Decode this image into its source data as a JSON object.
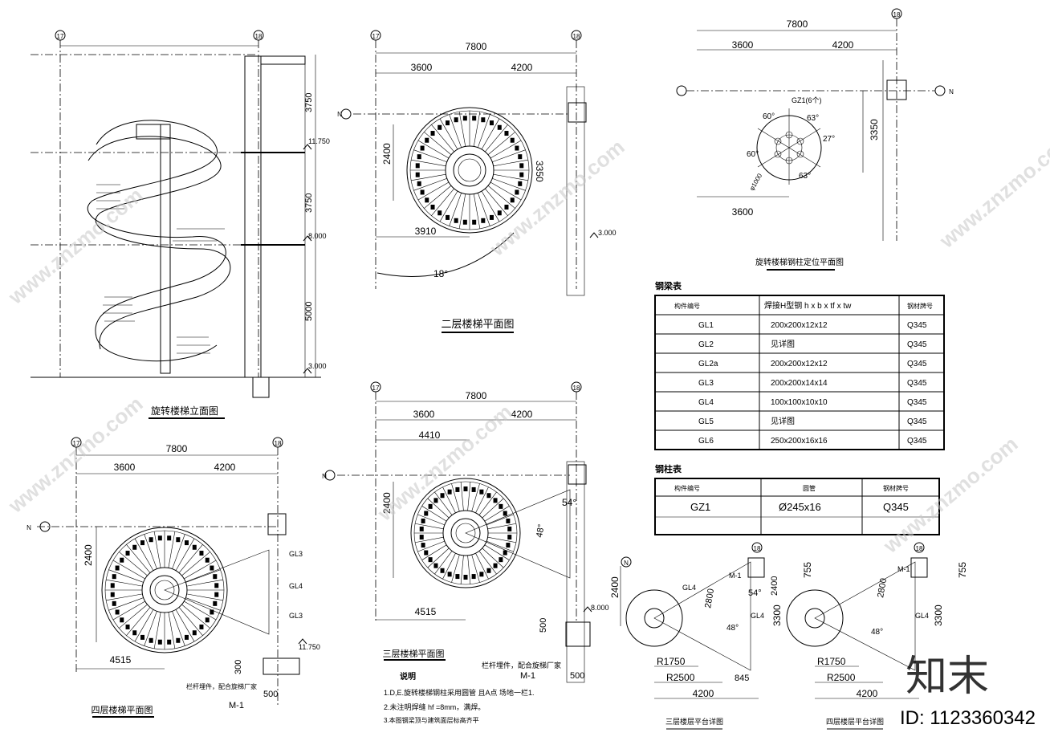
{
  "grid_axes": {
    "a17": "17",
    "a18": "18",
    "n": "N"
  },
  "dims": {
    "d7800": "7800",
    "d3600": "3600",
    "d4200": "4200",
    "d2400": "2400",
    "d3350": "3350",
    "d3910": "3910",
    "d4410": "4410",
    "d4515": "4515",
    "d3750a": "3750",
    "d3750b": "3750",
    "d5000": "5000",
    "d300": "300",
    "d500": "500",
    "d2800": "2800",
    "d3300": "3300",
    "d755": "755",
    "d845": "845",
    "r1750": "R1750",
    "r2500": "R2500",
    "d18deg": "18°",
    "d54deg": "54°",
    "d60deg": "60°",
    "d63deg": "63°",
    "d27deg": "27°",
    "d48deg": "48°"
  },
  "elevations": {
    "e11750": "11.750",
    "e8000": "8.000",
    "e3000": "3.000",
    "e3000b": "3.000",
    "e8000b": "8.000",
    "e11750b": "11.750"
  },
  "titles": {
    "elevation": "旋转楼梯立面图",
    "plan2": "二层楼梯平面图",
    "plan3": "三层楼梯平面图",
    "plan4": "四层楼梯平面图",
    "column_plan": "旋转楼梯钢柱定位平面图",
    "platform3": "三层楼层平台详图",
    "platform4": "四层楼层平台详图"
  },
  "labels": {
    "gz1_6": "GZ1(6个)",
    "gl3": "GL3",
    "gl4": "GL4",
    "gl1": "GL1",
    "m1": "M-1",
    "rail_note": "栏杆埋件，配合旋梯厂家",
    "phi1000": "φ1000"
  },
  "beam_table": {
    "title": "钢梁表",
    "headers": [
      "构件编号",
      "焊接H型钢 h x b x tf x tw",
      "钢材牌号"
    ],
    "rows": [
      [
        "GL1",
        "200x200x12x12",
        "Q345"
      ],
      [
        "GL2",
        "见详图",
        "Q345"
      ],
      [
        "GL2a",
        "200x200x12x12",
        "Q345"
      ],
      [
        "GL3",
        "200x200x14x14",
        "Q345"
      ],
      [
        "GL4",
        "100x100x10x10",
        "Q345"
      ],
      [
        "GL5",
        "见详图",
        "Q345"
      ],
      [
        "GL6",
        "250x200x16x16",
        "Q345"
      ]
    ]
  },
  "column_table": {
    "title": "钢柱表",
    "headers": [
      "构件编号",
      "圆管",
      "钢材牌号"
    ],
    "rows": [
      [
        "GZ1",
        "Ø245x16",
        "Q345"
      ]
    ]
  },
  "notes": {
    "title": "说明",
    "n1": "1.D,E.旋转楼梯钢柱采用圆管    且A点 场地一栏1.",
    "n2": "2.未注明焊缝 hf =8mm，满焊。",
    "n3": "3.本图钢梁顶与建筑面层标高齐平"
  },
  "watermark": {
    "site": "www.znzmo.com",
    "brand": "知末",
    "id": "ID: 1123360342"
  }
}
